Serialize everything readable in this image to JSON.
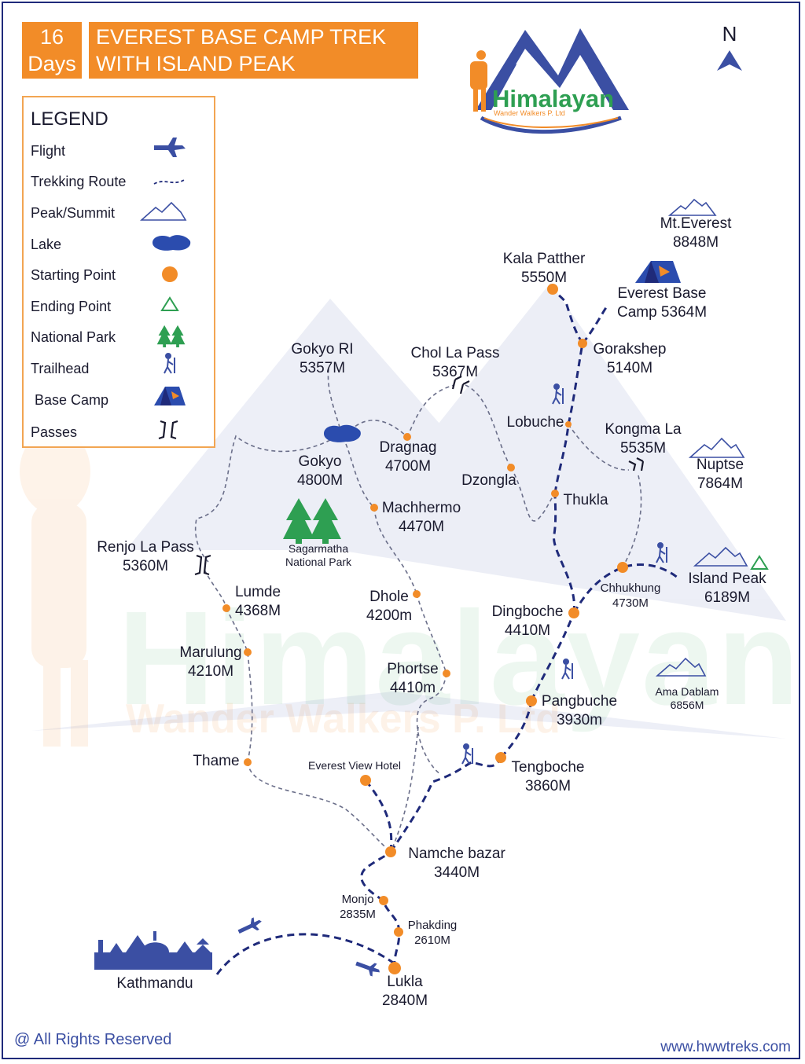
{
  "header": {
    "days": "16\nDays",
    "days_line1": "16",
    "days_line2": "Days",
    "title_line1": "EVEREST BASE CAMP TREK",
    "title_line2": "WITH ISLAND PEAK"
  },
  "brand": {
    "name": "Himalayan",
    "tagline": "Wander Walkers P. Ltd",
    "watermark": "Himalayan",
    "watermark_sub": "Wander Walkers P. Ltd"
  },
  "north": "N",
  "legend": {
    "title": "LEGEND",
    "items": [
      {
        "label": "Flight",
        "icon": "airplane-icon"
      },
      {
        "label": "Trekking Route",
        "icon": "dashed-route-icon"
      },
      {
        "label": "Peak/Summit",
        "icon": "mountain-icon"
      },
      {
        "label": "Lake",
        "icon": "lake-icon"
      },
      {
        "label": "Starting Point",
        "icon": "orange-dot-icon"
      },
      {
        "label": "Ending Point",
        "icon": "green-triangle-icon"
      },
      {
        "label": "National Park",
        "icon": "pine-trees-icon"
      },
      {
        "label": "Trailhead",
        "icon": "hiker-icon"
      },
      {
        "label": "Base Camp",
        "icon": "tent-icon"
      },
      {
        "label": "Passes",
        "icon": "pass-brackets-icon"
      }
    ]
  },
  "places": {
    "everest": {
      "name": "Mt.Everest",
      "alt": "8848M"
    },
    "kala_patther": {
      "name": "Kala Patther",
      "alt": "5550M"
    },
    "ebc": {
      "name": "Everest Base",
      "alt": "Camp 5364M"
    },
    "gorakshep": {
      "name": "Gorakshep",
      "alt": "5140M"
    },
    "gokyo_ri": {
      "name": "Gokyo RI",
      "alt": "5357M"
    },
    "chola": {
      "name": "Chol La Pass",
      "alt": "5367M"
    },
    "lobuche": {
      "name": "Lobuche"
    },
    "kongma": {
      "name": "Kongma La",
      "alt": "5535M"
    },
    "nuptse": {
      "name": "Nuptse",
      "alt": "7864M"
    },
    "gokyo": {
      "name": "Gokyo",
      "alt": "4800M"
    },
    "dragnag": {
      "name": "Dragnag",
      "alt": "4700M"
    },
    "dzongla": {
      "name": "Dzongla"
    },
    "thukla": {
      "name": "Thukla"
    },
    "machhermo": {
      "name": "Machhermo",
      "alt": "4470M"
    },
    "sagarmatha": {
      "name": "Sagarmatha",
      "alt": "National Park"
    },
    "renjo": {
      "name": "Renjo La Pass",
      "alt": "5360M"
    },
    "chhukhung": {
      "name": "Chhukhung",
      "alt": "4730M"
    },
    "island_peak": {
      "name": "Island Peak",
      "alt": "6189M"
    },
    "lumde": {
      "name": "Lumde",
      "alt": "4368M"
    },
    "dhole": {
      "name": "Dhole",
      "alt": "4200m"
    },
    "dingboche": {
      "name": "Dingboche",
      "alt": "4410M"
    },
    "marulung": {
      "name": "Marulung",
      "alt": "4210M"
    },
    "phortse": {
      "name": "Phortse",
      "alt": "4410m"
    },
    "pangbuche": {
      "name": "Pangbuche",
      "alt": "3930m"
    },
    "ama_dablam": {
      "name": "Ama Dablam",
      "alt": "6856M"
    },
    "thame": {
      "name": "Thame"
    },
    "everest_view": {
      "name": "Everest View Hotel"
    },
    "tengboche": {
      "name": "Tengboche",
      "alt": "3860M"
    },
    "namche": {
      "name": "Namche bazar",
      "alt": "3440M"
    },
    "monjo": {
      "name": "Monjo",
      "alt": "2835M"
    },
    "phakding": {
      "name": "Phakding",
      "alt": "2610M"
    },
    "kathmandu": {
      "name": "Kathmandu"
    },
    "lukla": {
      "name": "Lukla",
      "alt": "2840M"
    }
  },
  "footer": {
    "rights": "@ All Rights Reserved",
    "website": "www.hwwtreks.com"
  },
  "colors": {
    "orange": "#f28c28",
    "navy": "#1f2a7a",
    "blue": "#3b4fa3",
    "green": "#2e9f52",
    "route": "#1f2a7a",
    "thin_route": "#6b6f8a"
  }
}
